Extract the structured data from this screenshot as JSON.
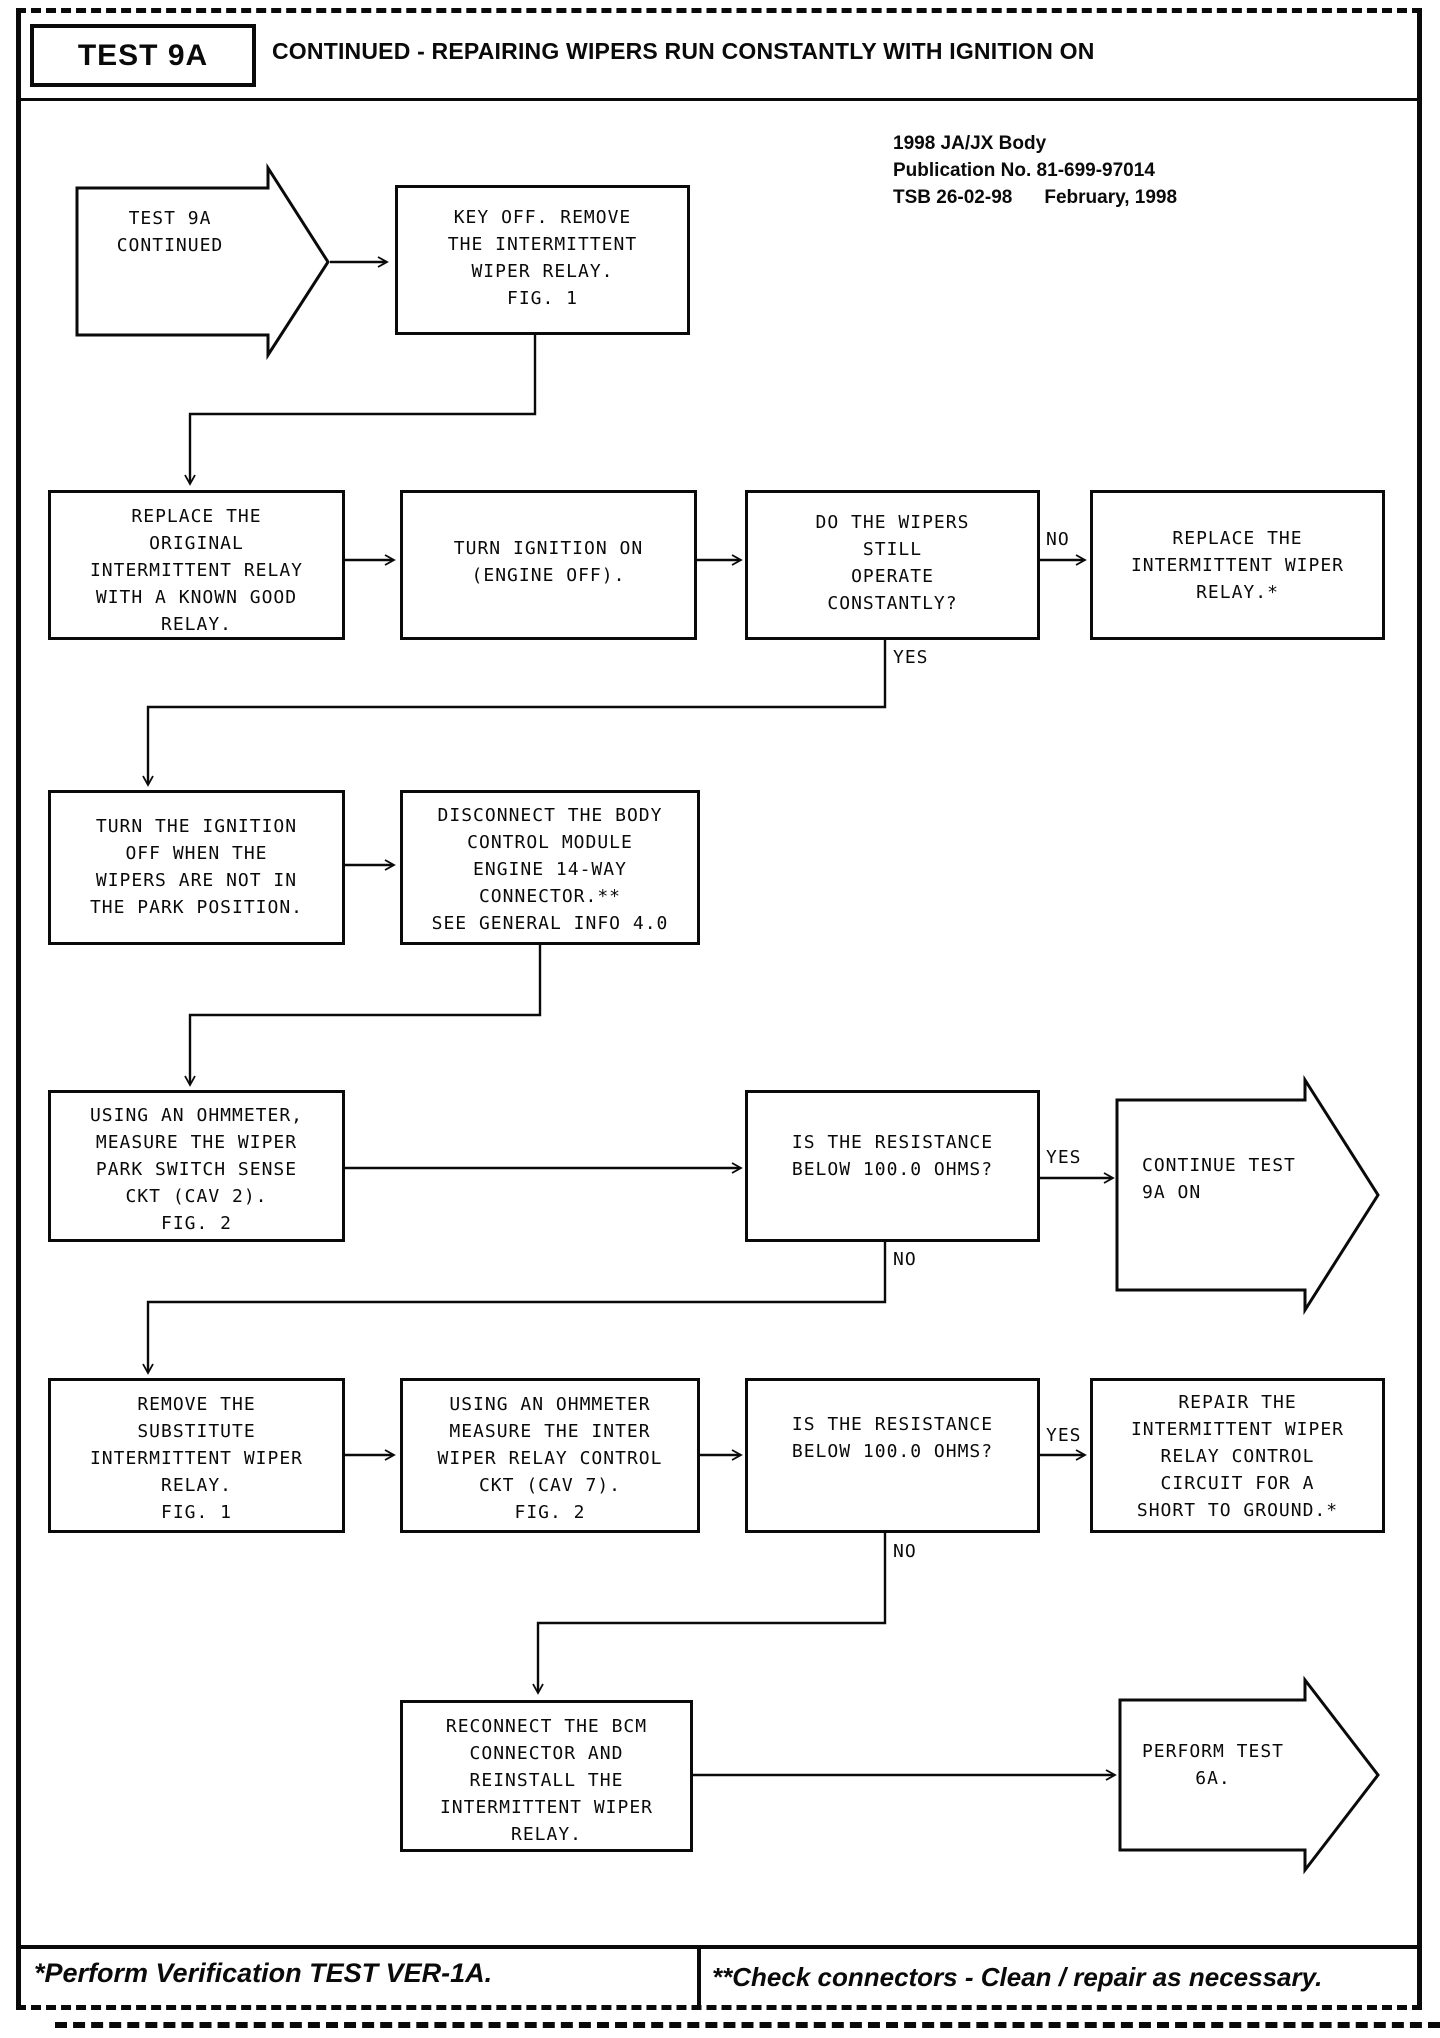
{
  "header": {
    "test_label": "TEST 9A",
    "title": "CONTINUED - REPAIRING WIPERS RUN CONSTANTLY WITH IGNITION ON"
  },
  "publication": {
    "line1": "1998 JA/JX Body",
    "line2": "Publication No. 81-699-97014",
    "tsb": "TSB 26-02-98",
    "date": "February, 1998"
  },
  "flowchart": {
    "start_arrow": {
      "lines": [
        "TEST 9A",
        "CONTINUED"
      ]
    },
    "boxes": {
      "key_off": {
        "lines": [
          "KEY OFF. REMOVE",
          "THE INTERMITTENT",
          "WIPER RELAY.",
          "FIG. 1"
        ]
      },
      "replace_original": {
        "lines": [
          "REPLACE THE",
          "ORIGINAL",
          "INTERMITTENT RELAY",
          "WITH A KNOWN GOOD",
          "RELAY."
        ]
      },
      "turn_ignition_on": {
        "lines": [
          "TURN IGNITION ON",
          "(ENGINE OFF)."
        ]
      },
      "wipers_constant": {
        "lines": [
          "DO THE WIPERS",
          "STILL",
          "OPERATE",
          "CONSTANTLY?"
        ]
      },
      "replace_relay": {
        "lines": [
          "REPLACE THE",
          "INTERMITTENT WIPER",
          "RELAY.*"
        ]
      },
      "turn_ignition_off": {
        "lines": [
          "TURN THE IGNITION",
          "OFF WHEN THE",
          "WIPERS ARE NOT IN",
          "THE PARK POSITION."
        ]
      },
      "disconnect_bcm": {
        "lines": [
          "DISCONNECT THE BODY",
          "CONTROL MODULE",
          "ENGINE 14-WAY",
          "CONNECTOR.**",
          "SEE GENERAL INFO 4.0"
        ]
      },
      "measure_park_switch": {
        "lines": [
          "USING AN OHMMETER,",
          "MEASURE THE WIPER",
          "PARK SWITCH SENSE",
          "CKT (CAV 2).",
          "FIG. 2"
        ]
      },
      "resistance_check_1": {
        "lines": [
          "IS THE RESISTANCE",
          "BELOW 100.0 OHMS?"
        ]
      },
      "remove_substitute": {
        "lines": [
          "REMOVE THE",
          "SUBSTITUTE",
          "INTERMITTENT WIPER",
          "RELAY.",
          "FIG. 1"
        ]
      },
      "measure_relay_control": {
        "lines": [
          "USING AN OHMMETER",
          "MEASURE THE INTER",
          "WIPER RELAY CONTROL",
          "CKT (CAV 7).",
          "FIG. 2"
        ]
      },
      "resistance_check_2": {
        "lines": [
          "IS THE RESISTANCE",
          "BELOW 100.0 OHMS?"
        ]
      },
      "repair_circuit": {
        "lines": [
          "REPAIR THE",
          "INTERMITTENT WIPER",
          "RELAY CONTROL",
          "CIRCUIT FOR A",
          "SHORT TO GROUND.*"
        ]
      },
      "reconnect_bcm": {
        "lines": [
          "RECONNECT THE BCM",
          "CONNECTOR AND",
          "REINSTALL THE",
          "INTERMITTENT WIPER",
          "RELAY."
        ]
      }
    },
    "continue_arrow": {
      "lines": [
        "CONTINUE TEST",
        "9A ON"
      ]
    },
    "perform_arrow": {
      "lines": [
        "PERFORM TEST",
        "6A."
      ]
    },
    "labels": {
      "no_wipers": "NO",
      "yes_wipers": "YES",
      "yes_resistance_1": "YES",
      "no_resistance_1": "NO",
      "yes_resistance_2": "YES",
      "no_resistance_2": "NO"
    }
  },
  "footer": {
    "left": "*Perform Verification TEST VER-1A.",
    "right": "**Check connectors - Clean / repair as necessary."
  },
  "colors": {
    "ink": "#0a0a0a",
    "paper": "#ffffff"
  }
}
